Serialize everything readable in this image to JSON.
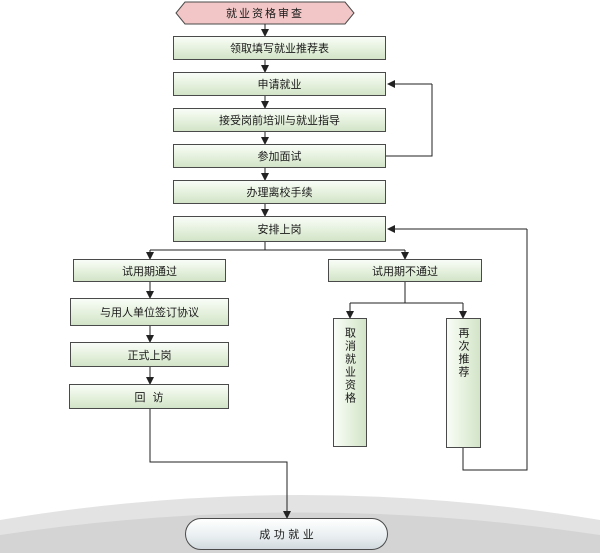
{
  "flowchart": {
    "start": "就业资格审查",
    "step1": "领取填写就业推荐表",
    "step2": "申请就业",
    "step3": "接受岗前培训与就业指导",
    "step4": "参加面试",
    "step5": "办理离校手续",
    "step6": "安排上岗",
    "pass_branch": {
      "title": "试用期通过",
      "sign": "与用人单位签订协议",
      "formal": "正式上岗",
      "visit": "回  访"
    },
    "fail_branch": {
      "title": "试用期不通过",
      "cancel": "取消就业资格",
      "recommend": "再次推荐"
    },
    "end": "成 功 就 业"
  },
  "colors": {
    "box_fill": "#e4f0dc",
    "start_fill": "#f2c6c6",
    "border": "#4a4a4a",
    "line": "#222222"
  }
}
